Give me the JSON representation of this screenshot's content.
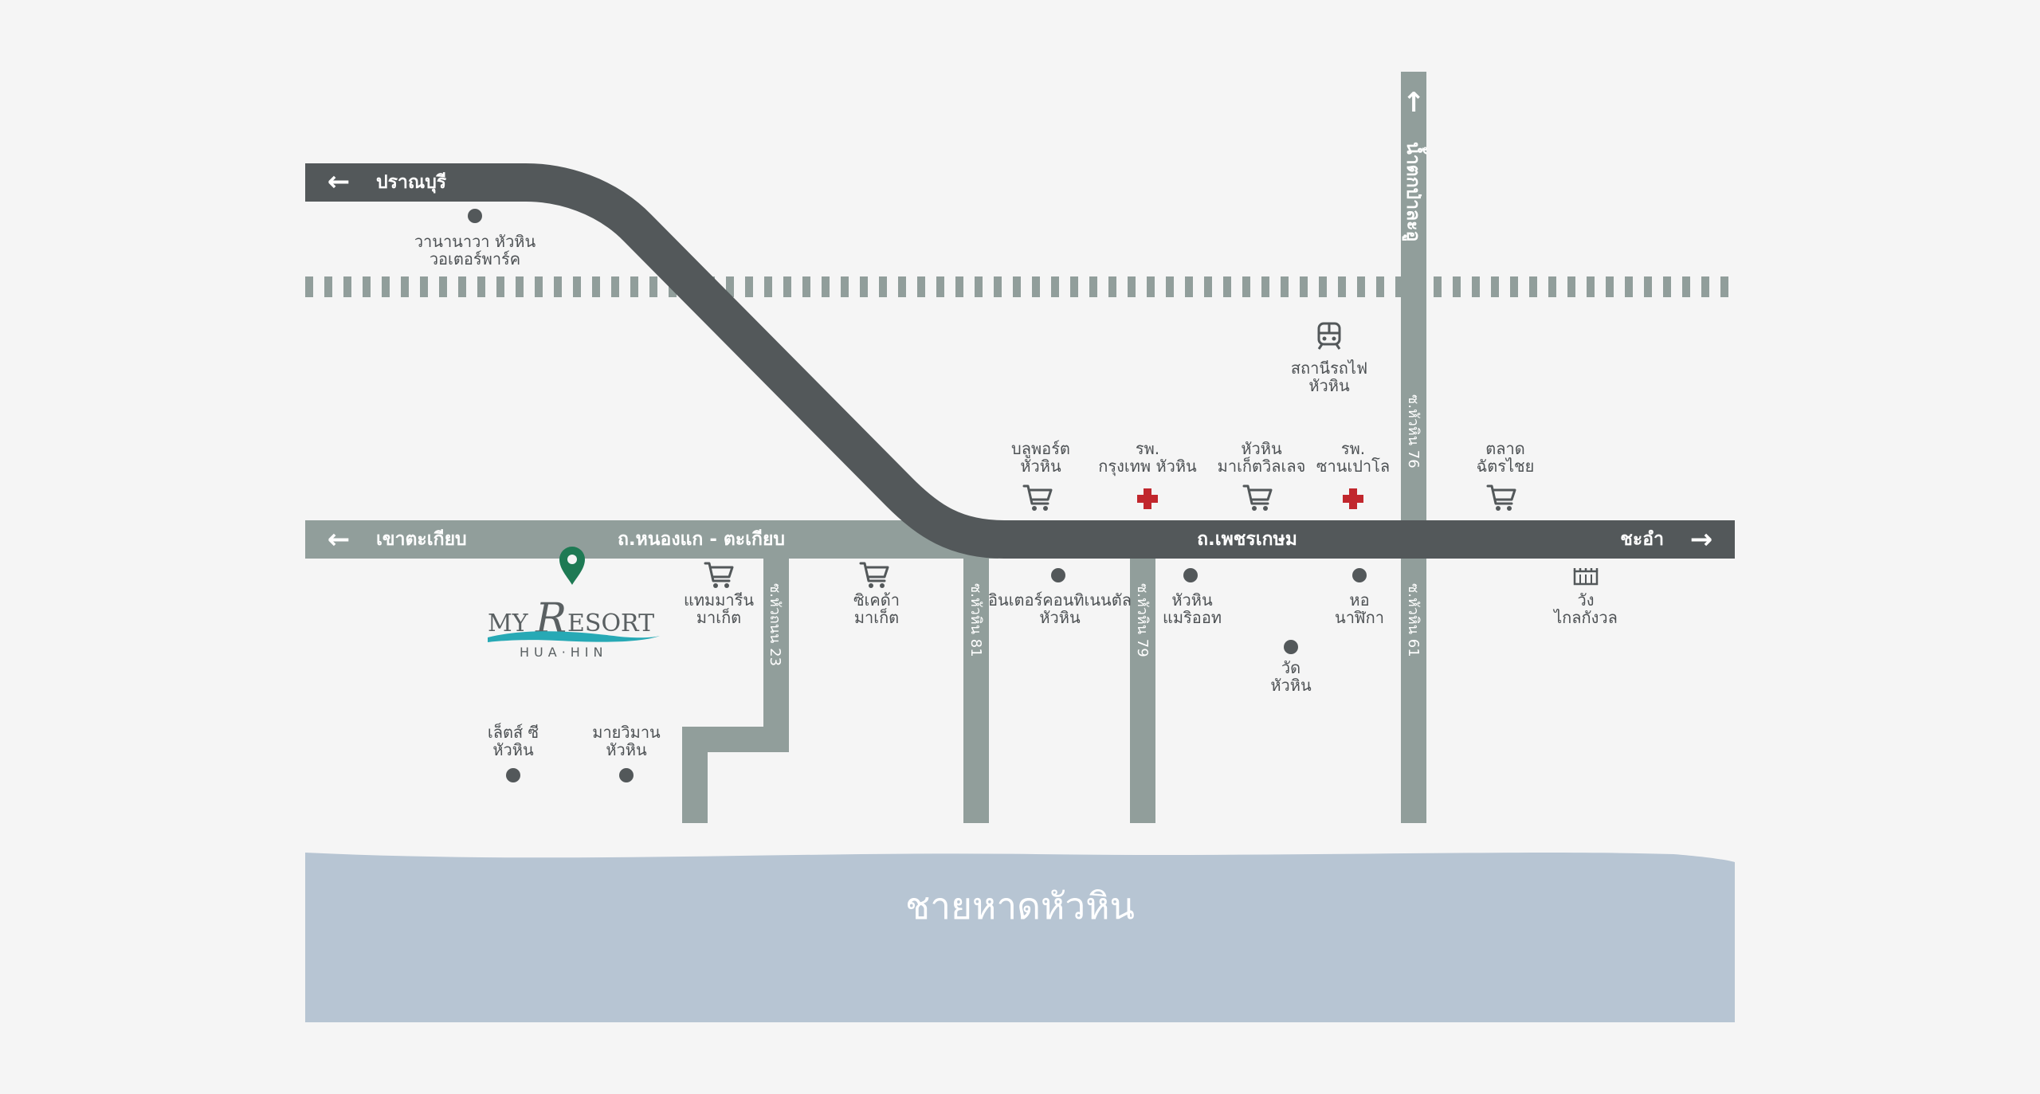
{
  "roads": {
    "pranburi": "ปราณบุรี",
    "khao_takiap": "เขาตะเกียบ",
    "nong_kae": "ถ.หนองแก - ตะเกียบ",
    "phetkasem": "ถ.เพชรเกษม",
    "cha_am": "ชะอำ",
    "pa_la_u": "น้ำตกป่าละอู",
    "soi_76": "ซ.หัวหิน 76",
    "soi_23": "ซ.หัวถนน 23",
    "soi_81": "ซ.หัวหิน 81",
    "soi_79": "ซ.หัวหิน 79",
    "soi_61": "ซ.หัวหิน 61"
  },
  "places": {
    "vana_nava": [
      "วานานาวา หัวหิน",
      "วอเตอร์พาร์ค"
    ],
    "railway_station": [
      "สถานีรถไฟ",
      "หัวหิน"
    ],
    "bluport": [
      "บลูพอร์ต",
      "หัวหิน"
    ],
    "bangkok_hospital": [
      "รพ.",
      "กรุงเทพ หัวหิน"
    ],
    "market_village": [
      "หัวหิน",
      "มาเก็ตวิลเลจ"
    ],
    "san_paulo_hospital": [
      "รพ.",
      "ซานเปาโล"
    ],
    "chatchai_market": [
      "ตลาด",
      "ฉัตรไชย"
    ],
    "tamarind_market": [
      "แทมมารีน",
      "มาเก็ต"
    ],
    "cicada_market": [
      "ซิเคด้า",
      "มาเก็ต"
    ],
    "intercontinental": [
      "อินเตอร์คอนทิเนนตัล",
      "หัวหิน"
    ],
    "hua_hin_marriott": [
      "หัวหิน",
      "แมริออท"
    ],
    "clock_tower": [
      "หอ",
      "นาฬิกา"
    ],
    "wat_hua_hin": [
      "วัด",
      "หัวหิน"
    ],
    "klai_kangwon_palace": [
      "วัง",
      "ไกลกังวล"
    ],
    "let_sea": [
      "เล็ตส์ ซี",
      "หัวหิน"
    ],
    "mai_vimarn": [
      "มายวิมาน",
      "หัวหิน"
    ]
  },
  "logo": {
    "my": "MY",
    "r": "R",
    "esort": "ESORT",
    "sub": "HUA·HIN"
  },
  "beach": "ชายหาดหัวหิน",
  "colors": {
    "background": "#f5f5f5",
    "main_road": "#53585a",
    "secondary_road": "#919e9b",
    "sea": "#b7c5d3",
    "hospital": "#c1272d",
    "pin": "#1e7a54",
    "logo_wave": "#27a9b5"
  },
  "icons": {
    "station": "train-icon",
    "shopping": "shopping-cart-icon",
    "hospital": "red-cross-icon",
    "palace": "palace-icon",
    "poi": "dot-icon",
    "resort": "location-pin-icon"
  }
}
